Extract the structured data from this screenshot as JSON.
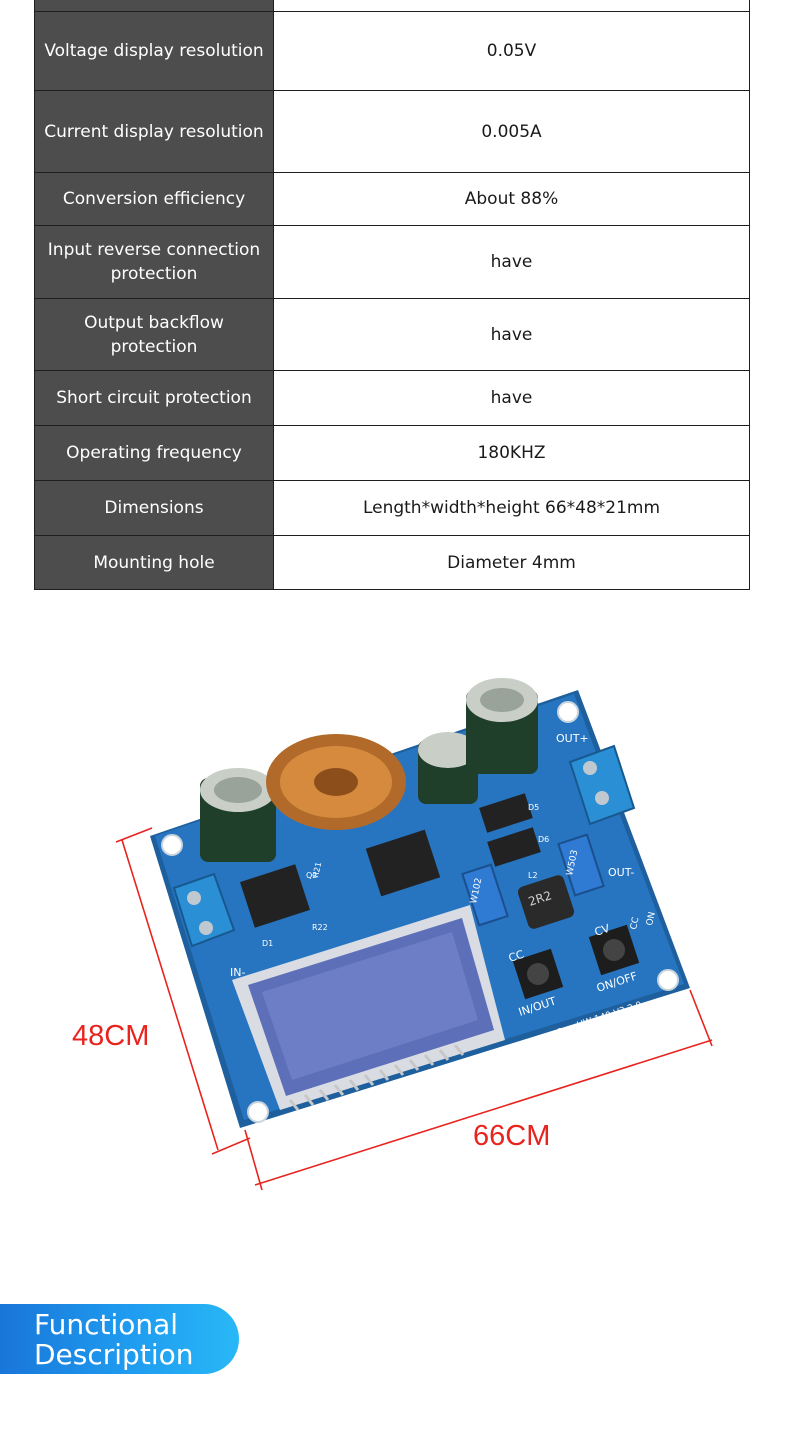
{
  "spec_table": {
    "rows": [
      {
        "label": "",
        "value": ""
      },
      {
        "label": "Voltage display resolution",
        "value": "0.05V"
      },
      {
        "label": "Current display resolution",
        "value": "0.005A"
      },
      {
        "label": "Conversion efficiency",
        "value": "About 88%"
      },
      {
        "label": "Input reverse connection\nprotection",
        "value": "have"
      },
      {
        "label": "Output backflow\nprotection",
        "value": "have"
      },
      {
        "label": "Short circuit protection",
        "value": "have"
      },
      {
        "label": "Operating frequency",
        "value": "180KHZ"
      },
      {
        "label": "Dimensions",
        "value": "Length*width*height 66*48*21mm"
      },
      {
        "label": "Mounting hole",
        "value": "Diameter 4mm"
      }
    ]
  },
  "product_image": {
    "height_label": "48CM",
    "width_label": "66CM",
    "board_markings": {
      "out_plus": "OUT+",
      "out_minus": "OUT-",
      "in_minus": "IN-",
      "in_out": "IN/OUT",
      "on_off": "ON/OFF",
      "cc": "CC",
      "cv": "CV",
      "model": "HW-140 V3.2.0",
      "pot_1": "W102",
      "pot_2": "W503",
      "inductor": "2R2",
      "l2": "L2",
      "d5": "D5",
      "d6": "D6",
      "q2": "Q2",
      "d1": "D1",
      "r22": "R22",
      "r21": "R21",
      "on": "ON",
      "cc_led": "CC"
    }
  },
  "section_heading": {
    "title": "Functional\nDescription"
  },
  "colors": {
    "table_label_bg": "#4d4d4d",
    "dimension_red": "#e8241f",
    "badge_blue": "#1f9cf0",
    "pcb_blue": "#1f6fb8"
  }
}
